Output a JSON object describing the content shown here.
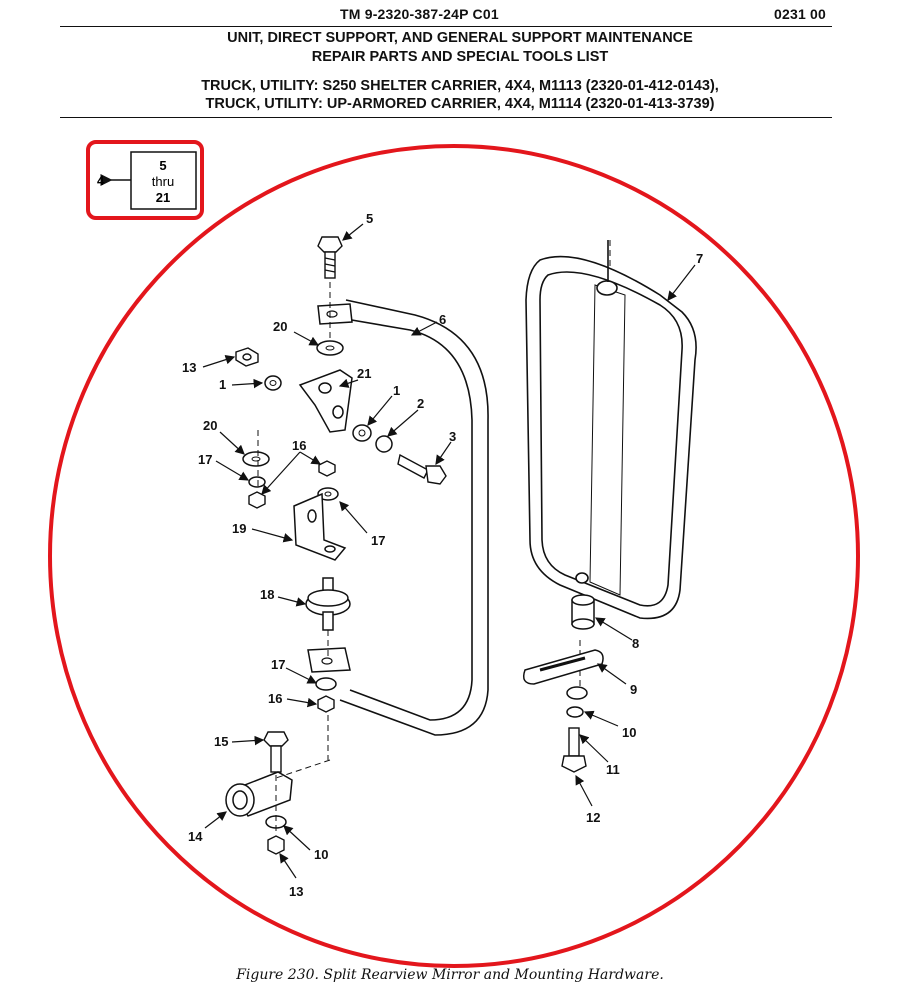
{
  "header": {
    "tm_number": "TM 9-2320-387-24P  C01",
    "page_number": "0231 00",
    "line1": "UNIT, DIRECT SUPPORT, AND GENERAL SUPPORT MAINTENANCE",
    "line2": "REPAIR PARTS AND SPECIAL TOOLS LIST",
    "line3": "TRUCK, UTILITY: S250 SHELTER CARRIER, 4X4, M1113 (2320-01-412-0143),",
    "line4": "TRUCK, UTILITY: UP-ARMORED CARRIER, 4X4, M1114 (2320-01-413-3739)"
  },
  "key_box": {
    "item": "4",
    "range_start": "5",
    "range_word": "thru",
    "range_end": "21"
  },
  "callouts": [
    "5",
    "6",
    "20",
    "13",
    "1",
    "21",
    "1",
    "2",
    "3",
    "20",
    "16",
    "17",
    "19",
    "17",
    "18",
    "17",
    "16",
    "15",
    "14",
    "10",
    "13",
    "7",
    "8",
    "9",
    "10",
    "11",
    "12"
  ],
  "figure_caption": "Figure 230. Split Rearview Mirror and Mounting Hardware.",
  "colors": {
    "highlight": "#e3161c",
    "ink": "#111111"
  }
}
